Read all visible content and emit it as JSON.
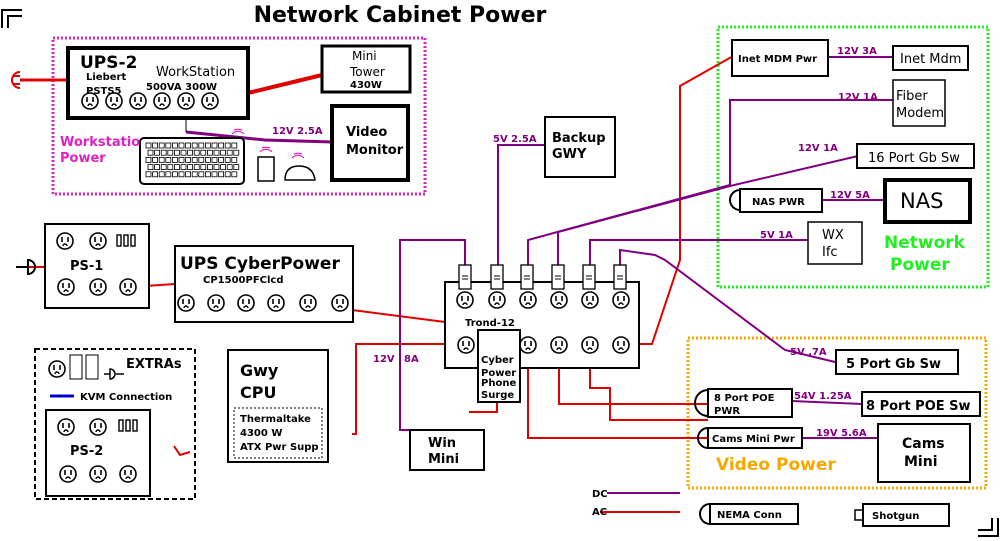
{
  "title": "Network Cabinet Power",
  "workstation": {
    "group_label": [
      "Workstation",
      "Power"
    ],
    "ups2": {
      "name": "UPS-2",
      "model1": "Liebert",
      "model2": "PSTS5",
      "label": "WorkStation",
      "rating": "500VA  300W"
    },
    "mini_tower": {
      "line1": "Mini",
      "line2": "Tower",
      "rating": "430W"
    },
    "monitor_feed": "12V 2.5A",
    "video_monitor": {
      "line1": "Video",
      "line2": "Monitor"
    }
  },
  "ps1": {
    "name": "PS-1"
  },
  "ups_cyber": {
    "name": "UPS CyberPower",
    "model": "CP1500PFClcd"
  },
  "extras": {
    "title": "EXTRAs",
    "kvm": "KVM Connection",
    "ps2": "PS-2"
  },
  "gwy_cpu": {
    "line1": "Gwy",
    "line2": "CPU",
    "psu": [
      "Thermaltake",
      "4300 W",
      "ATX Pwr Supp"
    ]
  },
  "feed_12v_8a": [
    "12V",
    "8A"
  ],
  "win_mini": {
    "line1": "Win",
    "line2": "Mini"
  },
  "backup_gwy": {
    "line1": "Backup",
    "line2": "GWY",
    "feed": "5V 2.5A"
  },
  "trond": {
    "name": "Trond-12",
    "cyber_surge": [
      "Cyber",
      "Power",
      "Phone",
      "Surge"
    ]
  },
  "network": {
    "group_label": [
      "Network",
      "Power"
    ],
    "inet_mdm_pwr": "Inet MDM Pwr",
    "inet_mdm": "Inet Mdm",
    "inet_feed": "12V  3A",
    "fiber_modem": [
      "Fiber",
      "Modem"
    ],
    "fiber_feed": "12V  1A",
    "gb16": "16 Port Gb Sw",
    "gb16_feed": "12V  1A",
    "nas_pwr": "NAS PWR",
    "nas": "NAS",
    "nas_feed": "12V  5A",
    "wx_ifc": [
      "WX",
      "Ifc"
    ],
    "wx_feed": "5V 1A"
  },
  "video": {
    "group_label": "Video Power",
    "gb5": "5 Port Gb Sw",
    "gb5_feed": "5V .7A",
    "poe_pwr": [
      "8 Port POE",
      "PWR"
    ],
    "poe_feed": "54V  1.25A",
    "poe_sw": "8 Port POE Sw",
    "cams_pwr": "Cams Mini Pwr",
    "cams_feed": "19V  5.6A",
    "cams": [
      "Cams",
      "Mini"
    ]
  },
  "legend": {
    "dc": "DC",
    "ac": "AC",
    "nema": "NEMA Conn",
    "shotgun": "Shotgun"
  },
  "colors": {
    "dc": "#800080",
    "ac": "#e00000",
    "workstation": "#e020c0",
    "network": "#22ee22",
    "video": "#f5a800",
    "kvm": "#0000cc"
  }
}
